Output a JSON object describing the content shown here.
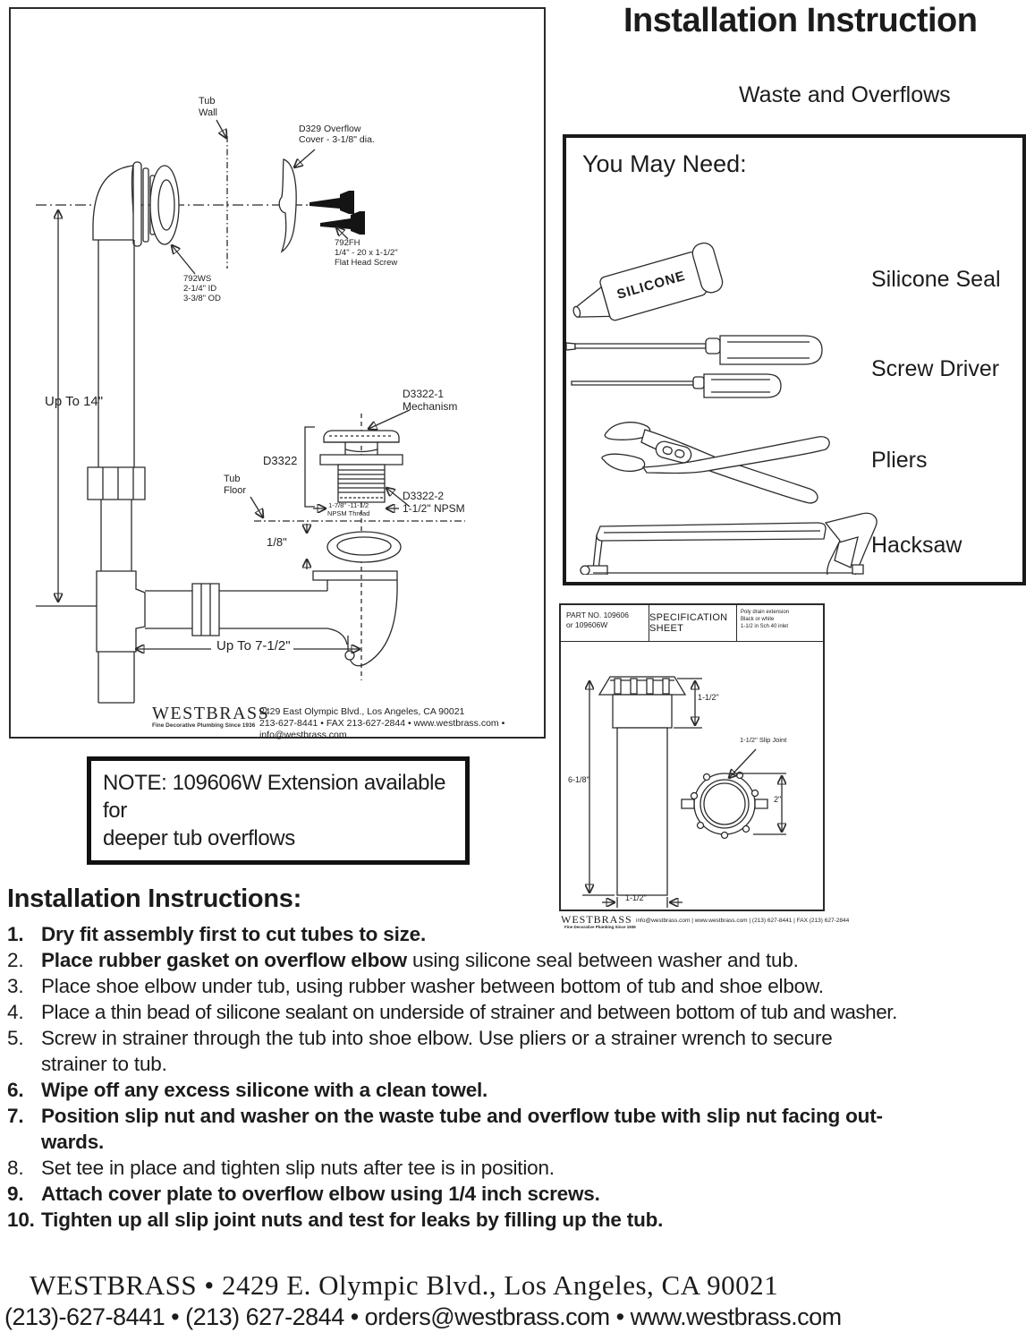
{
  "page": {
    "title": "Installation Instruction",
    "subtitle": "Waste and Overflows"
  },
  "main_diagram": {
    "labels": {
      "tub_wall": "Tub\nWall",
      "d329": "D329 Overflow\nCover - 3-1/8\" dia.",
      "screw_792fh": "792FH\n1/4\" - 20 x 1-1/2\"\nFlat Head Screw",
      "washer_792ws": "792WS\n2-1/4\" ID\n3-3/8\" OD",
      "up_to_14": "Up To 14\"",
      "d3322_1": "D3322-1\nMechanism",
      "d3322": "D3322",
      "tub_floor": "Tub\nFloor",
      "npsm_thread": "1-7/8\" -11-1/2\nNPSM Thread",
      "d3322_2": "D3322-2\n1-1/2\" NPSM",
      "one_eighth": "1/8\"",
      "up_to_7_5": "Up To 7-1/2\""
    },
    "brand": {
      "logo": "WESTBRASS",
      "tagline": "Fine Decorative Plumbing Since 1936",
      "address1": "2429 East Olympic Blvd., Los Angeles, CA  90021",
      "address2": "213-627-8441 • FAX 213-627-2844 • www.westbrass.com • info@westbrass.com"
    }
  },
  "you_may_need": {
    "title": "You May Need:",
    "silicone_text": "SILICONE",
    "items": [
      {
        "label": "Silicone Seal"
      },
      {
        "label": "Screw Driver"
      },
      {
        "label": "Pliers"
      },
      {
        "label": "Hacksaw"
      }
    ]
  },
  "spec_sheet": {
    "part_no": "PART NO.  109606\nor 109606W",
    "header": "SPECIFICATION SHEET",
    "description": "Poly drain extension\nBlack or white\n1-1/2 in Sch 40 inlet",
    "dim_top": "1-1/2\"",
    "dim_height": "6-1/8\"",
    "dim_bottom": "1-1/2\"",
    "slip_joint_label": "1-1/2\" Slip Joint",
    "dim_nut": "2\"",
    "footer_logo": "WESTBRASS",
    "footer_tagline": "Fine Decorative Plumbing Since 1936",
    "footer_contact": "info@westbrass.com |  www.westbrass.com   |   (213) 627-8441   |   FAX (213) 627-2844"
  },
  "note": {
    "text": "NOTE: 109606W Extension available for\ndeeper tub overflows"
  },
  "instructions": {
    "heading": "Installation Instructions:",
    "items": [
      {
        "num": "1.",
        "text": "Dry fit assembly first to cut tubes to size."
      },
      {
        "num": "2.",
        "bold_part": "Place rubber gasket on overflow elbow",
        "rest": " using silicone seal between washer and tub."
      },
      {
        "num": "3.",
        "text": "Place shoe elbow under tub, using rubber washer between bottom of tub and shoe elbow."
      },
      {
        "num": "4.",
        "text": "Place a thin bead of silicone sealant on underside of strainer and between bottom of tub and washer."
      },
      {
        "num": "5.",
        "text": "Screw in strainer through the tub into shoe elbow. Use pliers or a strainer wrench to secure\nstrainer to tub."
      },
      {
        "num": "6.",
        "text": "Wipe off any excess silicone with a clean towel."
      },
      {
        "num": "7.",
        "text": "Position slip nut and washer on the waste tube and overflow tube with slip nut facing out-\nwards."
      },
      {
        "num": "8.",
        "text": "Set tee in place and tighten slip nuts after tee is in position."
      },
      {
        "num": "9.",
        "text": "Attach cover plate to overflow elbow using 1/4 inch screws."
      },
      {
        "num": "10.",
        "text": "Tighten up all slip joint nuts and test for leaks by filling up the tub."
      }
    ]
  },
  "footer": {
    "line1": "WESTBRASS • 2429 E. Olympic Blvd., Los Angeles, CA 90021",
    "line2": "(213)-627-8441 • (213) 627-2844 • orders@westbrass.com • www.westbrass.com"
  }
}
